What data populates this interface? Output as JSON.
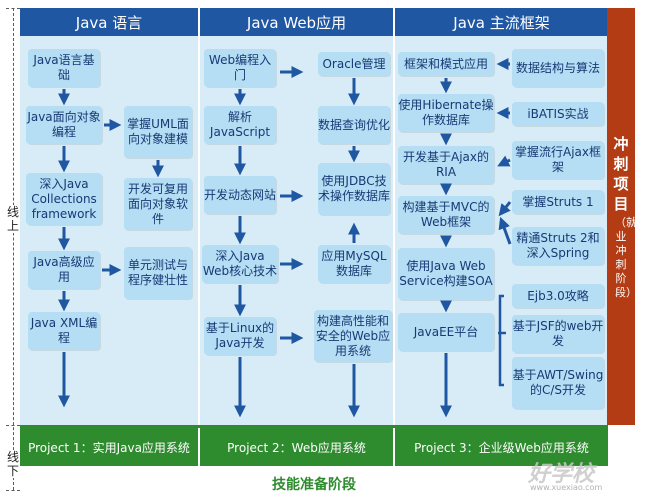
{
  "columns": [
    {
      "title": "Java 语言"
    },
    {
      "title": "Java Web应用"
    },
    {
      "title": "Java 主流框架"
    }
  ],
  "col1": {
    "left": [
      "Java语言基础",
      "Java面向对象编程",
      "深入Java Collections framework",
      "Java高级应用",
      "Java XML编程"
    ],
    "right": [
      "掌握UML面向对象建模",
      "开发可复用面向对象软件",
      "单元测试与程序健壮性"
    ]
  },
  "col2": {
    "left": [
      "Web编程入门",
      "解析JavaScript",
      "开发动态网站",
      "深入Java Web核心技术",
      "基于Linux的Java开发"
    ],
    "right": [
      "Oracle管理",
      "数据查询优化",
      "使用JDBC技术操作数据库",
      "应用MySQL数据库",
      "构建高性能和安全的Web应用系统"
    ]
  },
  "col3": {
    "left": [
      "框架和模式应用",
      "使用Hibernate操作数据库",
      "开发基于Ajax的RIA",
      "构建基于MVC的Web框架",
      "使用Java Web Service构建SOA",
      "JavaEE平台"
    ],
    "right": [
      "数据结构与算法",
      "iBATIS实战",
      "掌握流行Ajax框架",
      "掌握Struts 1",
      "精通Struts 2和深入Spring",
      "Ejb3.0攻略",
      "基于JSF的web开发",
      "基于AWT/Swing的C/S开发"
    ]
  },
  "projects": [
    "Project 1：实用Java应用系统",
    "Project 2：Web应用系统",
    "Project 3：企业级Web应用系统"
  ],
  "side": {
    "upper": "线上",
    "lower": "线下"
  },
  "sprint": {
    "title": "冲刺项目",
    "subtitle": "（就业冲刺阶段）"
  },
  "footer": "技能准备阶段",
  "watermark": {
    "logo": "好学校",
    "url": "www.xuexiao.com"
  },
  "colors": {
    "header": "#1f57a3",
    "box": "#b5ddf3",
    "bg": "#d7ecf7",
    "project": "#2e8b2e",
    "sprint": "#b33c14",
    "arrow": "#1f57a3"
  }
}
